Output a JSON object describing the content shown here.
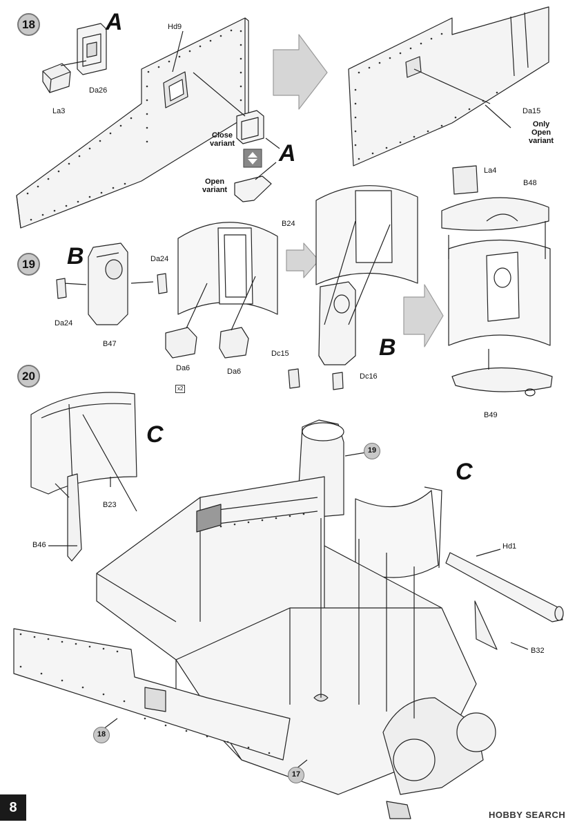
{
  "page_number": "8",
  "watermark": "HOBBY SEARCH",
  "steps": {
    "s18": "18",
    "s19": "19",
    "s20": "20"
  },
  "refs": {
    "r19": "19",
    "r18": "18",
    "r17": "17"
  },
  "callouts": {
    "a1": "A",
    "a2": "A",
    "b1": "B",
    "b2": "B",
    "c1": "C",
    "c2": "C"
  },
  "part_labels": {
    "hd9": "Hd9",
    "la3": "La3",
    "da26": "Da26",
    "da15": "Da15",
    "la4": "La4",
    "b48": "B48",
    "b24": "B24",
    "da24_right": "Da24",
    "da24_left": "Da24",
    "b47": "B47",
    "da6_a": "Da6",
    "da6_b": "Da6",
    "dc15": "Dc15",
    "dc16": "Dc16",
    "b49": "B49",
    "b23": "B23",
    "b46": "B46",
    "hd1": "Hd1",
    "b32": "B32"
  },
  "notes": {
    "close_line1": "Close",
    "close_line2": "variant",
    "open_line1": "Open",
    "open_line2": "variant",
    "only_line1": "Only",
    "only_line2": "Open",
    "only_line3": "variant",
    "times_two": "x2"
  }
}
